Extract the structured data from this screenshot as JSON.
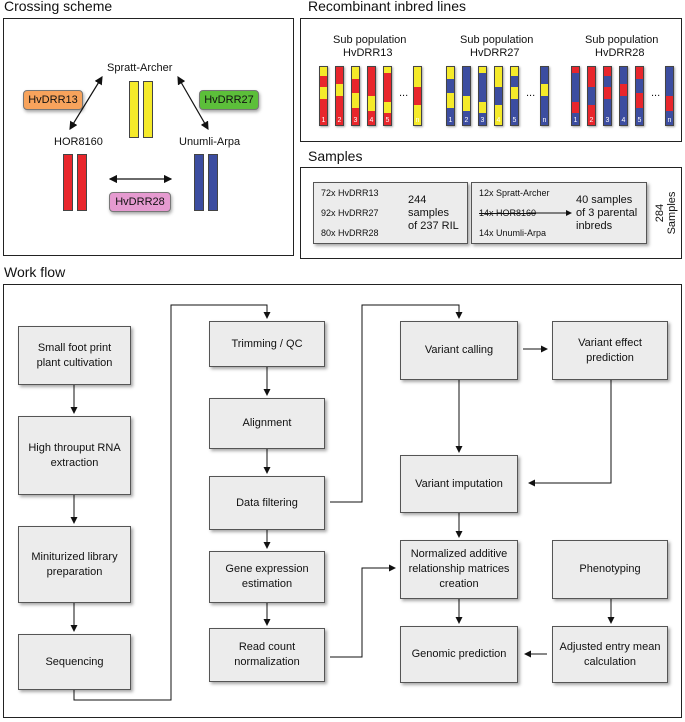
{
  "titles": {
    "crossing": "Crossing  scheme",
    "ril": "Recombinant inbred lines",
    "samples": "Samples",
    "workflow": "Work flow"
  },
  "crossing": {
    "spratt": "Spratt-Archer",
    "hor": "HOR8160",
    "unumli": "Unumli-Arpa",
    "tag13": "HvDRR13",
    "tag27": "HvDRR27",
    "tag28": "HvDRR28",
    "colors": {
      "tag13": "#f7a35c",
      "tag27": "#5cbf3a",
      "tag28": "#e59ad0",
      "red": "#e8262c",
      "yellow": "#f5ea2a",
      "blue": "#3c4da0"
    }
  },
  "ril": {
    "groups": [
      {
        "header1": "Sub population",
        "header2": "HvDRR13",
        "numbers": [
          "1",
          "2",
          "3",
          "4",
          "5"
        ],
        "last": "n",
        "dots": "..."
      },
      {
        "header1": "Sub population",
        "header2": "HvDRR27",
        "numbers": [
          "1",
          "2",
          "3",
          "4",
          "5"
        ],
        "last": "n",
        "dots": "..."
      },
      {
        "header1": "Sub population",
        "header2": "HvDRR28",
        "numbers": [
          "1",
          "2",
          "3",
          "4",
          "5"
        ],
        "last": "n",
        "dots": "..."
      }
    ]
  },
  "samples": {
    "box1": {
      "lines": [
        "72x HvDRR13",
        "92x HvDRR27",
        "80x HvDRR28"
      ],
      "summary1": "244",
      "summary2": "samples",
      "summary3": "of 237 RIL"
    },
    "box2": {
      "lines": [
        "12x Spratt-Archer",
        "14x HOR8160",
        "14x Unumli-Arpa"
      ],
      "summary1": "40 samples",
      "summary2": "of 3 parental",
      "summary3": "inbreds"
    },
    "total": "284",
    "total_label": "Samples"
  },
  "workflow": {
    "cultivation": "Small foot print plant cultivation",
    "rna": "High throuput RNA extraction",
    "library": "Miniturized library preparation",
    "sequencing": "Sequencing",
    "trimming": "Trimming / QC",
    "alignment": "Alignment",
    "filtering": "Data filtering",
    "expression": "Gene expression estimation",
    "readcount": "Read count normalization",
    "variant_calling": "Variant calling",
    "variant_effect": "Variant effect prediction",
    "imputation": "Variant imputation",
    "matrices": "Normalized additive relationship matrices creation",
    "genomic_prediction": "Genomic prediction",
    "phenotyping": "Phenotyping",
    "adjusted": "Adjusted entry mean calculation"
  }
}
